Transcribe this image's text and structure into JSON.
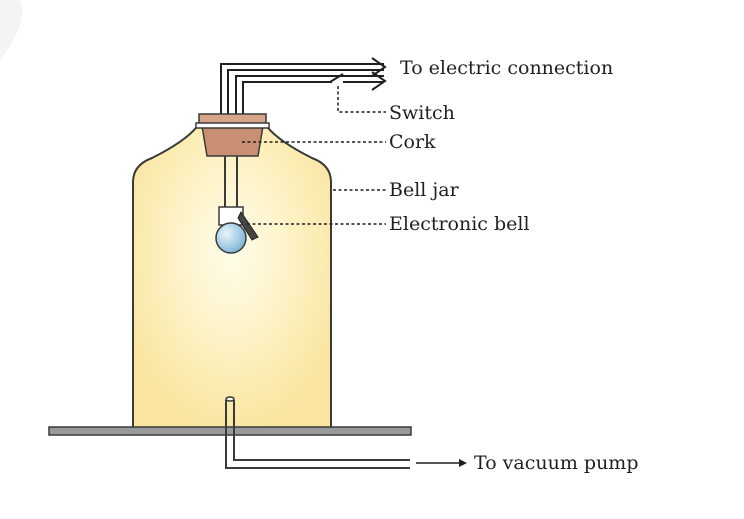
{
  "labels": {
    "electric_connection": "To electric connection",
    "switch": "Switch",
    "cork": "Cork",
    "bell_jar": "Bell jar",
    "electronic_bell": "Electronic bell",
    "vacuum_pump": "To vacuum pump"
  },
  "colors": {
    "jar_fill_center": "#fffde8",
    "jar_fill_edge": "#fbeab0",
    "jar_outline": "#3a3a3a",
    "cork": "#c98f72",
    "cork_cap": "#d6a488",
    "base_plate": "#9a9a9a",
    "bell_ball": "#a9cfe6",
    "text": "#231f20"
  }
}
